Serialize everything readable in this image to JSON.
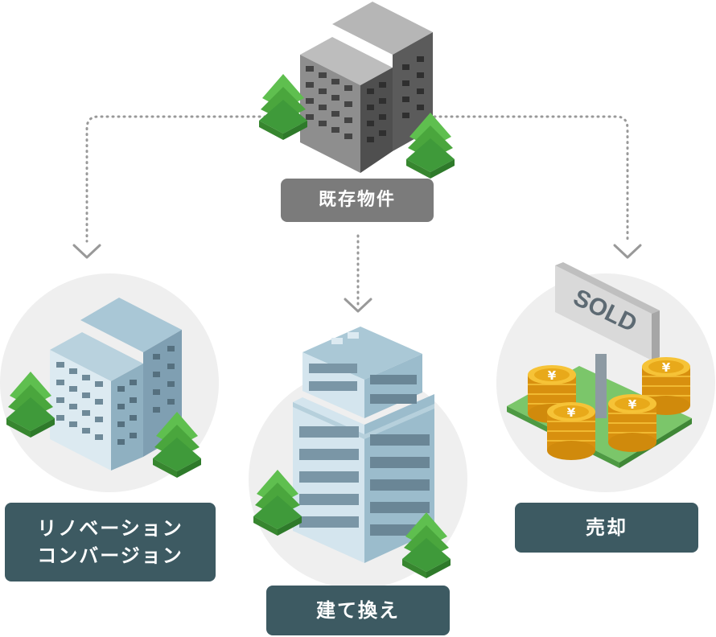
{
  "source_node": {
    "label": "既存物件"
  },
  "options": [
    {
      "id": "renovation",
      "label_lines": [
        "リノベーション",
        "コンバージョン"
      ]
    },
    {
      "id": "rebuild",
      "label_lines": [
        "建て換え"
      ]
    },
    {
      "id": "sale",
      "label_lines": [
        "売却"
      ]
    }
  ],
  "sale_sign": {
    "text": "SOLD"
  },
  "coin_symbol": "¥",
  "colors": {
    "gray_building": "#8e8e8e",
    "blue_building": "#c9dde6",
    "tree_green": "#3f9a3a",
    "label_teal": "#3d5a62",
    "label_gray": "#7b7b7b",
    "coin_gold": "#e6a817",
    "circle_bg": "#efefef"
  }
}
